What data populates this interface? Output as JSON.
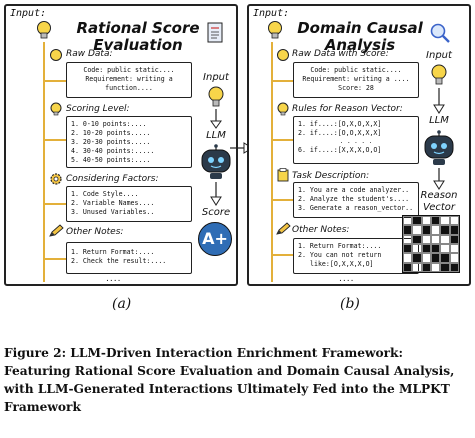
{
  "panel_a": {
    "input_tag": "Input:",
    "title_line1": "Rational Score",
    "title_line2": "Evaluation",
    "raw_data": {
      "label": "Raw Data:",
      "lines": [
        "Code: public static....",
        "Requirement: writing a",
        "function...."
      ]
    },
    "scoring": {
      "label": "Scoring Level:",
      "lines": [
        "1. 0-10 points:....",
        "2. 10-20 points.....",
        "3. 20-30 points.....",
        "4. 30-40 points:.....",
        "5. 40-50 points:...."
      ]
    },
    "factors": {
      "label": "Considering Factors:",
      "lines": [
        "1. Code Style....",
        "2. Variable Names....",
        "3. Unused Variables.."
      ]
    },
    "notes": {
      "label": "Other Notes:",
      "lines": [
        "1. Return Format:....",
        "2. Check the result:...."
      ]
    },
    "dots": "....",
    "side_input": "Input",
    "side_llm": "LLM",
    "side_score": "Score",
    "grade": "A+",
    "caption_letter": "(a)"
  },
  "panel_b": {
    "input_tag": "Input:",
    "title_line1": "Domain Causal",
    "title_line2": "Analysis",
    "raw_data": {
      "label": "Raw Data with Score:",
      "lines": [
        "Code: public static....",
        "Requirement: writing a ....",
        "Score: 28"
      ]
    },
    "rules": {
      "label": "Rules for Reason Vector:",
      "lines": [
        "1. if....:[O,X,O,X,X]",
        "2. if....:[O,O,X,X,X]",
        "6. if....:[X,X,X,O,O]"
      ],
      "mid_dots": ". . . . ."
    },
    "task": {
      "label": "Task Description:",
      "lines": [
        "1. You are a code analyzer..",
        "2. Analyze the student's....",
        "3. Generate a reason_vector..."
      ]
    },
    "notes": {
      "label": "Other Notes:",
      "lines": [
        "1. Return Format:....",
        "2. You can not return",
        "like:[O,X,X,X,O]"
      ]
    },
    "dots": "....",
    "side_input": "Input",
    "side_llm": "LLM",
    "side_reason_1": "Reason",
    "side_reason_2": "Vector",
    "reason_grid": [
      [
        0,
        1,
        0,
        1,
        0,
        0
      ],
      [
        1,
        0,
        1,
        0,
        1,
        1
      ],
      [
        0,
        1,
        0,
        0,
        0,
        1
      ],
      [
        1,
        0,
        1,
        1,
        0,
        0
      ],
      [
        0,
        1,
        0,
        1,
        1,
        0
      ],
      [
        1,
        0,
        1,
        0,
        1,
        1
      ]
    ],
    "caption_letter": "(b)"
  },
  "caption": "Figure 2: LLM-Driven Interaction Enrichment Framework: Featuring Rational Score Evaluation and Domain Causal Analysis, with LLM-Generated Interactions Ultimately Fed into the MLPKT Framework",
  "colors": {
    "spine": "#e3b03a",
    "bulb": "#f7d54a",
    "robot": "#2b3a4a",
    "badge": "#2f6db5"
  }
}
